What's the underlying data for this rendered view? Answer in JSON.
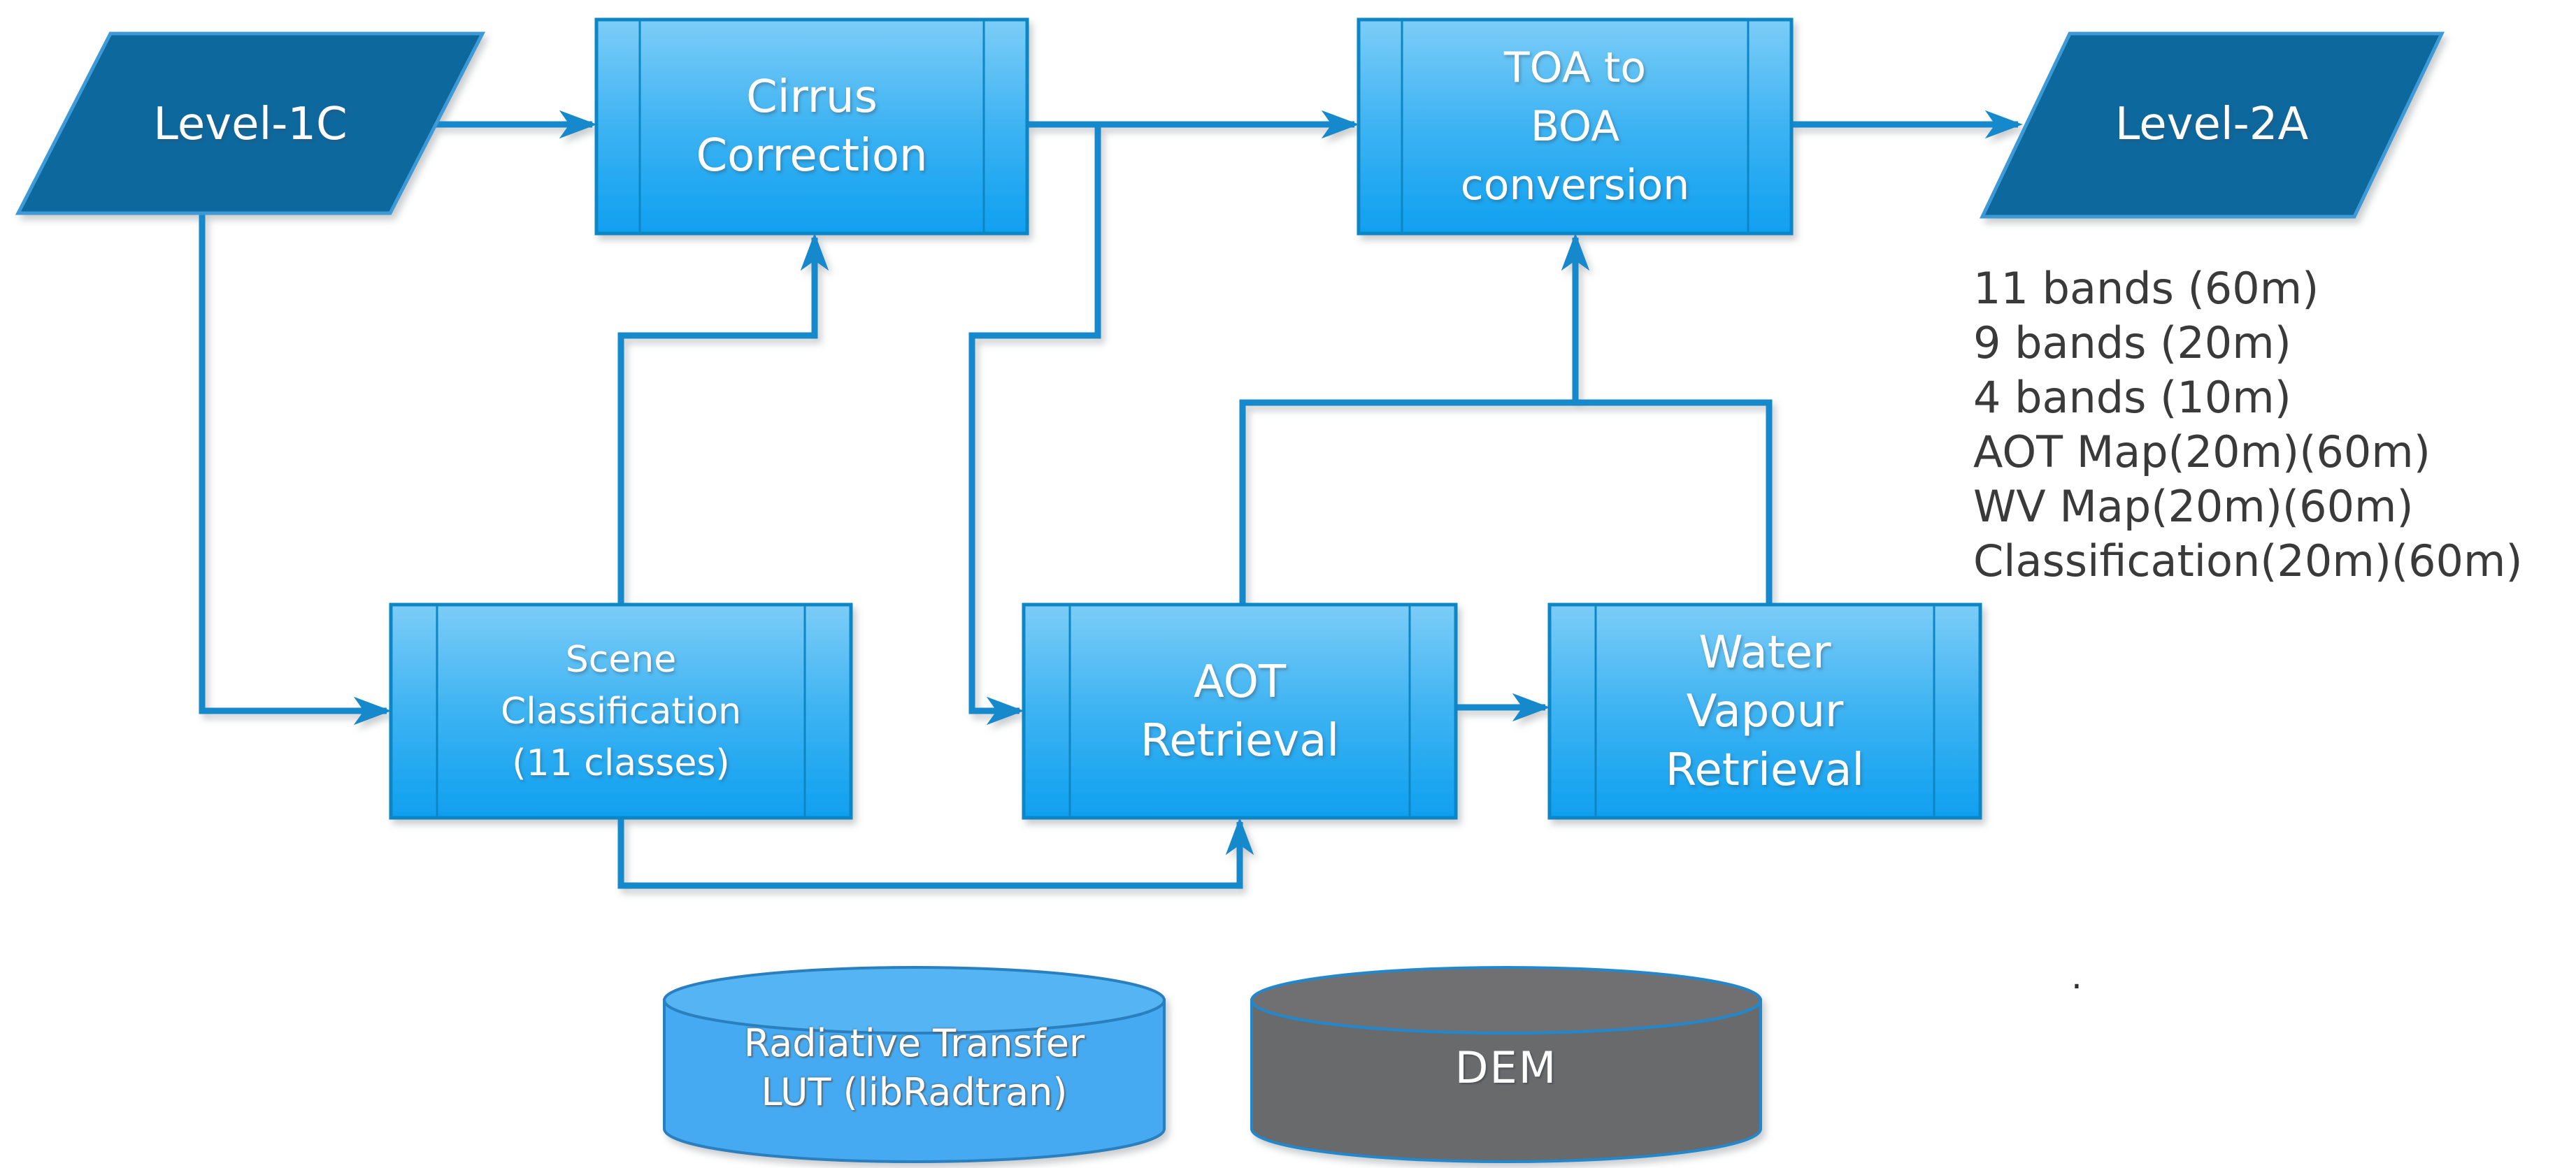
{
  "colors": {
    "process_box_gradient_top": "#7CCDF7",
    "process_box_gradient_mid": "#3DB3F2",
    "process_box_gradient_bottom": "#0FA0F0",
    "process_box_border": "#0E86C6",
    "io_parallelogram_fill": "#0E689E",
    "io_parallelogram_border": "#3C9AD6",
    "connector_line": "#1488CC",
    "lut_cylinder_fill": "#44AAF1",
    "lut_cylinder_border": "#2B7FBE",
    "dem_cylinder_fill": "#696A6C",
    "dem_cylinder_border": "#2288CE",
    "output_text": "#3A3A3A",
    "node_label_text": "#FFFFFF"
  },
  "nodes": {
    "level_1c": {
      "label": "Level-1C",
      "shape": "parallelogram"
    },
    "cirrus_correction": {
      "label": "Cirrus\nCorrection",
      "shape": "predefined-process"
    },
    "toa_to_boa": {
      "label": "TOA to\nBOA\nconversion",
      "shape": "predefined-process"
    },
    "level_2a": {
      "label": "Level-2A",
      "shape": "parallelogram"
    },
    "scene_classification": {
      "label": "Scene\nClassification\n(11 classes)",
      "shape": "predefined-process"
    },
    "aot_retrieval": {
      "label": "AOT\nRetrieval",
      "shape": "predefined-process"
    },
    "water_vapour_retrieval": {
      "label": "Water\nVapour\nRetrieval",
      "shape": "predefined-process"
    },
    "radiative_transfer_lut": {
      "label": "Radiative Transfer\nLUT (libRadtran)",
      "shape": "cylinder"
    },
    "dem": {
      "label": "DEM",
      "shape": "cylinder"
    }
  },
  "level_2a_outputs": {
    "lines": [
      "11 bands (60m)",
      "9 bands (20m)",
      "4 bands (10m)",
      "AOT Map(20m)(60m)",
      "WV Map(20m)(60m)",
      "Classification(20m)(60m)"
    ]
  },
  "edges": [
    {
      "from": "level_1c",
      "to": "cirrus_correction"
    },
    {
      "from": "level_1c",
      "to": "scene_classification"
    },
    {
      "from": "cirrus_correction",
      "to": "toa_to_boa"
    },
    {
      "from": "cirrus_correction",
      "to": "aot_retrieval"
    },
    {
      "from": "scene_classification",
      "to": "cirrus_correction"
    },
    {
      "from": "scene_classification",
      "to": "aot_retrieval"
    },
    {
      "from": "aot_retrieval",
      "to": "water_vapour_retrieval"
    },
    {
      "from": "aot_retrieval",
      "to": "toa_to_boa"
    },
    {
      "from": "water_vapour_retrieval",
      "to": "toa_to_boa"
    },
    {
      "from": "toa_to_boa",
      "to": "level_2a"
    }
  ],
  "annotations": {
    "stray_dot": "."
  }
}
